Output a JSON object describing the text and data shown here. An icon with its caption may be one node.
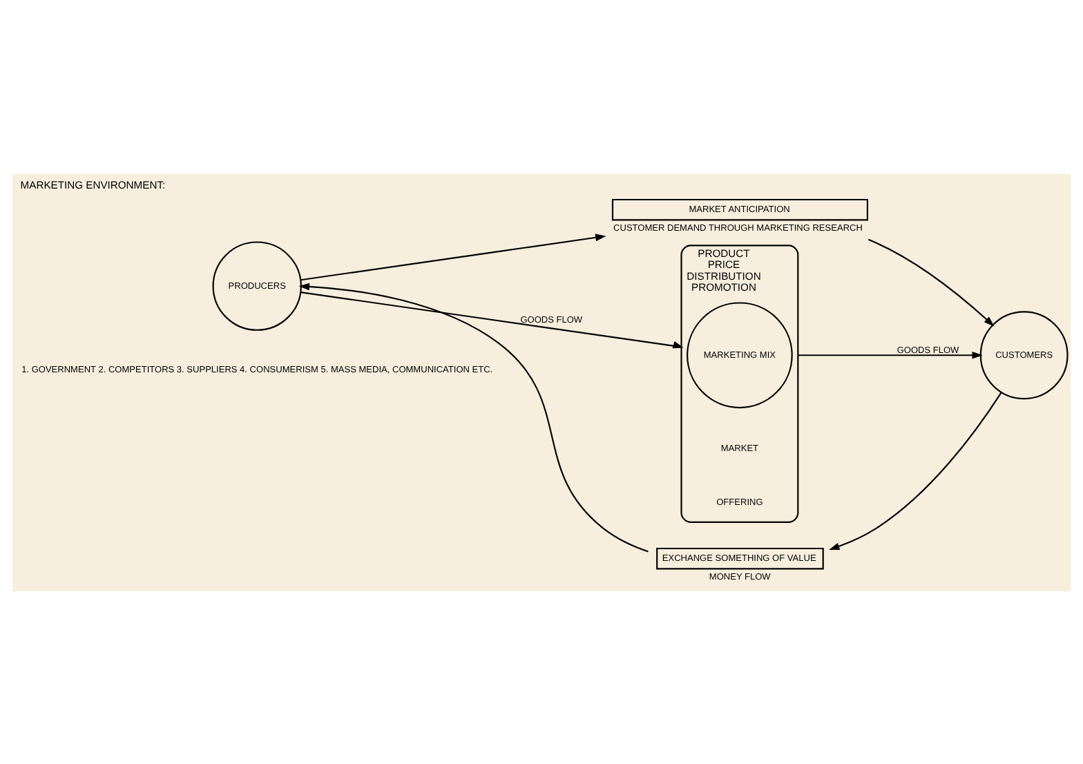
{
  "diagram": {
    "title": "MARKETING ENVIRONMENT:",
    "nodes": [
      {
        "text": [
          "PRODUCERS"
        ]
      },
      {
        "text": [
          "MARKET ANTICIPATION"
        ],
        "beside": [
          "CUSTOMER DEMAND THROUGH MARKETING RESEARCH"
        ]
      },
      {
        "text": [
          "CUSTOMERS"
        ]
      },
      {
        "text": [
          "PRODUCT",
          "PRICE",
          "DISTRIBUTION",
          "PROMOTION"
        ],
        "beside": [
          "MARKET",
          "OFFERING"
        ]
      },
      {
        "text": [
          "MARKETING MIX"
        ],
        "in": 3
      },
      {
        "text": [
          "EXCHANGE SOMETHING OF VALUE"
        ],
        "beside": [
          "MONEY FLOW"
        ]
      }
    ],
    "edges": [
      {
        "from": 0,
        "to": 1,
        "arrow": "to"
      },
      {
        "from": 1,
        "to": 2,
        "arrow": "to"
      },
      {
        "from": 0,
        "to": 3,
        "label": "GOODS FLOW",
        "arrow": "to"
      },
      {
        "from": 3,
        "to": 2,
        "label": "GOODS FLOW",
        "arrow": "to"
      },
      {
        "from": 2,
        "to": 5,
        "arrow": "to"
      },
      {
        "from": 5,
        "to": 0,
        "arrow": "to"
      }
    ],
    "labels": [
      "1. GOVERNMENT 2. COMPETITORS 3. SUPPLIERS 4. CONSUMERISM 5. MASS MEDIA, COMMUNICATION ETC."
    ]
  }
}
